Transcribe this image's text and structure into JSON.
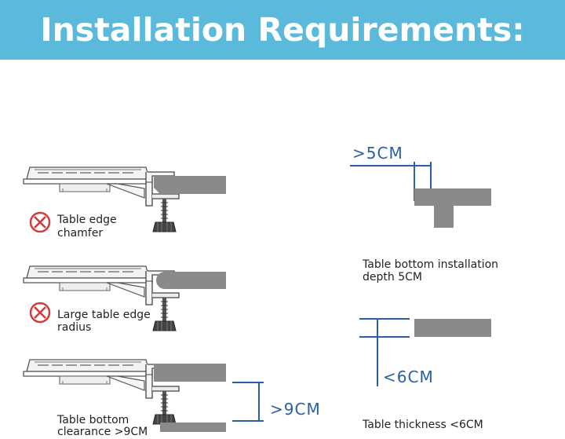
{
  "banner": {
    "title": "Installation Requirements:",
    "color": "#5bbadb"
  },
  "left_panels": [
    {
      "label_line1": "Table edge",
      "label_line2": "chamfer",
      "icon": "prohibited-icon"
    },
    {
      "label_line1": "Large table edge",
      "label_line2": "radius",
      "icon": "prohibited-icon"
    },
    {
      "label_line1": "Table bottom",
      "label_line2": "clearance >9CM",
      "measure": ">9CM"
    }
  ],
  "right_panels": [
    {
      "measure": ">5CM",
      "label_line1": "Table bottom installation",
      "label_line2": "depth 5CM"
    },
    {
      "measure": "<6CM",
      "label": "Table thickness <6CM"
    }
  ],
  "colors": {
    "dimension_line": "#2a5fa6",
    "table_gray": "#8a8a8a",
    "warning_red": "#d23b3b"
  }
}
